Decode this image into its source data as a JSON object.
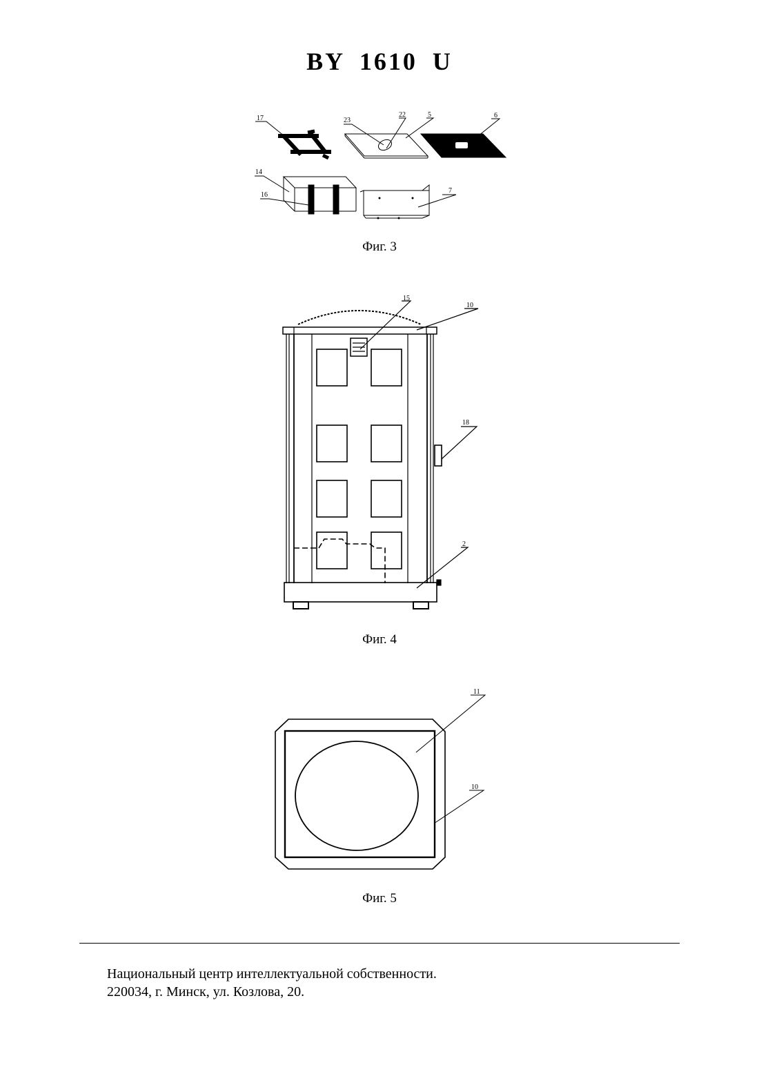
{
  "header": {
    "patent_number": "BY 1610 U"
  },
  "figures": [
    {
      "caption": "Фиг. 3",
      "labels": {
        "l17": "17",
        "l23": "23",
        "l22": "22",
        "l5": "5",
        "l6": "6",
        "l14": "14",
        "l16": "16",
        "l7": "7"
      }
    },
    {
      "caption": "Фиг. 4",
      "labels": {
        "l15": "15",
        "l10": "10",
        "l18": "18",
        "l2": "2"
      }
    },
    {
      "caption": "Фиг. 5",
      "labels": {
        "l11": "11",
        "l10": "10"
      }
    }
  ],
  "footer": {
    "line1": "Национальный центр интеллектуальной собственности.",
    "line2": "220034, г. Минск, ул. Козлова, 20."
  }
}
